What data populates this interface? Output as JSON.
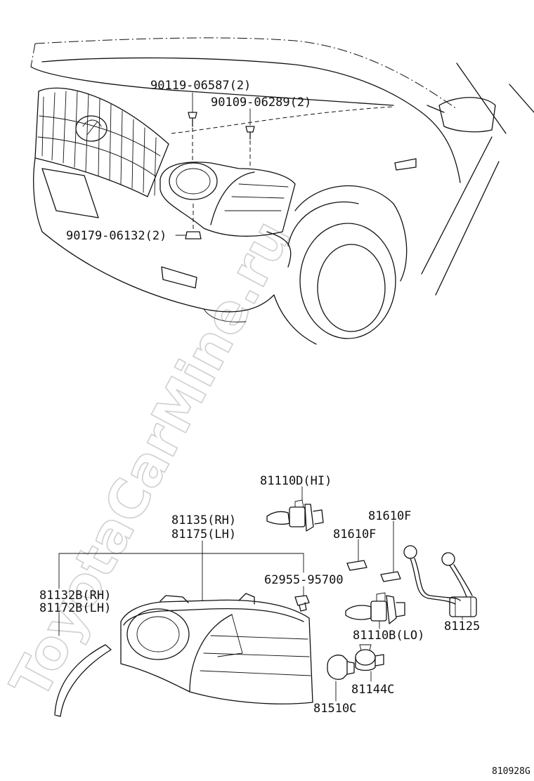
{
  "watermark": "ToyotaCarMine.ru",
  "diagram_code": "810928G",
  "parts": {
    "clip_upper": "90119-06587(2)",
    "screw_upper": "90109-06289(2)",
    "nut_lower": "90179-06132(2)",
    "bulb_hi": "81110D(HI)",
    "unit_rh": "81135(RH)",
    "unit_lh": "81175(LH)",
    "moulding_rh": "81132B(RH)",
    "moulding_lh": "81172B(LH)",
    "clip": "62955-95700",
    "clearance_bulb_a": "81610F",
    "clearance_bulb_b": "81610F",
    "bulb_lo": "81110B(LO)",
    "socket": "81125",
    "turn_socket": "81144C",
    "turn_bulb": "81510C"
  }
}
